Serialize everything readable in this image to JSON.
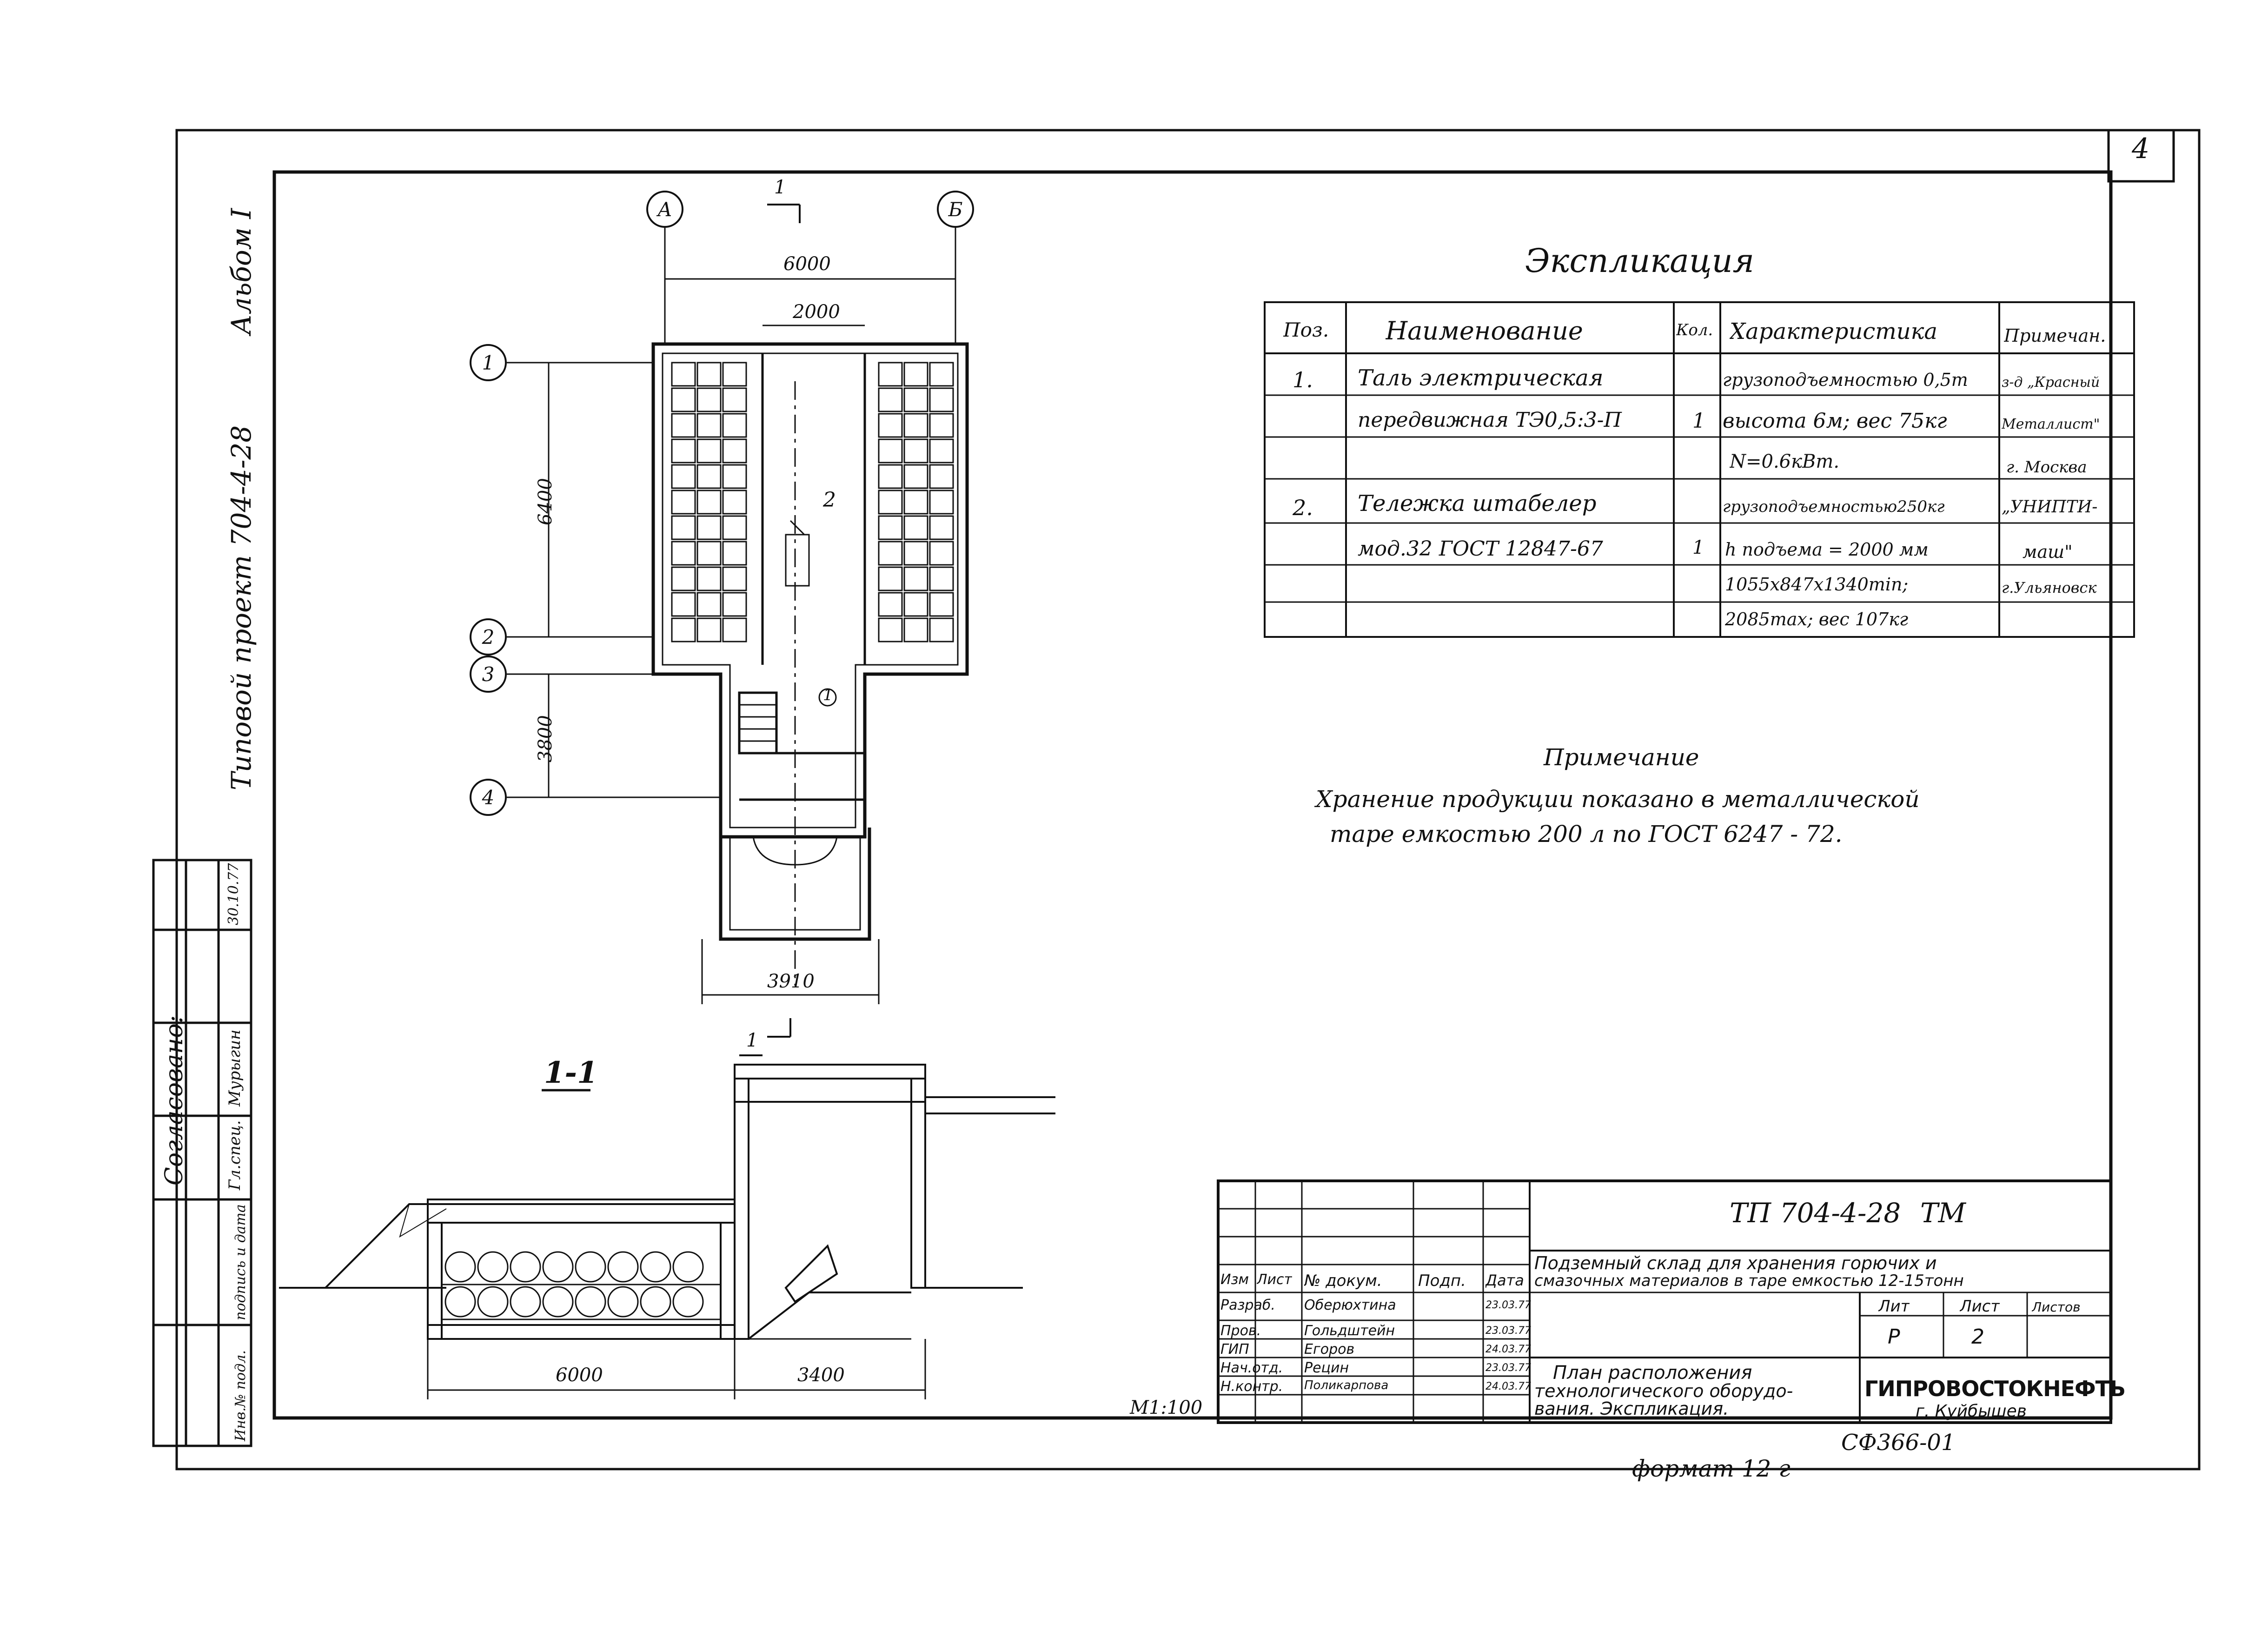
{
  "sheet": {
    "number": "4",
    "album": "Альбом I",
    "project": "Типовой проект 704-4-28",
    "format": "формат 12 г",
    "code": "СФ366-01",
    "scale": "М1:100"
  },
  "approval": {
    "title": "Согласовано:",
    "role": "Гл.спец.",
    "name": "Мурыгин",
    "date": "30.10.77",
    "sig_label": "подпись и дата",
    "inv_label": "Инв.№ подл."
  },
  "plan": {
    "axes": [
      "А",
      "Б",
      "1",
      "2",
      "3",
      "4"
    ],
    "dims": {
      "width_total": "6000",
      "aisle": "2000",
      "storage_len": "6400",
      "stair_len": "3800",
      "entry_width": "3910"
    },
    "section_mark": "1",
    "item_tag_1": "1",
    "item_tag_2": "2"
  },
  "section": {
    "title": "1-1",
    "dim_left": "6000",
    "dim_right": "3400",
    "section_mark": "1"
  },
  "explication": {
    "title": "Экспликация",
    "headers": [
      "Поз.",
      "Наименование",
      "Кол.",
      "Характеристика",
      "Примечан."
    ],
    "rows": [
      [
        "1.",
        "Таль электрическая",
        "",
        "грузоподъемностью 0,5т",
        "з-д „Красный"
      ],
      [
        "",
        "передвижная ТЭ0,5:3-П",
        "1",
        "высота 6м; вес 75кг",
        "Металлист\""
      ],
      [
        "",
        "",
        "",
        "N=0.6кВт.",
        "г. Москва"
      ],
      [
        "2.",
        "Тележка штабелер",
        "",
        "грузоподъемностью250кг",
        "„УНИПТИ-"
      ],
      [
        "",
        "мод.32  ГОСТ 12847-67",
        "1",
        "h подъема = 2000 мм",
        "маш\""
      ],
      [
        "",
        "",
        "",
        "1055х847х1340min;",
        "г.Ульяновск"
      ],
      [
        "",
        "",
        "",
        "2085max; вес 107кг",
        ""
      ]
    ]
  },
  "note": {
    "title": "Примечание",
    "line1": "Хранение продукции показано в металлической",
    "line2": "таре емкостью 200 л по ГОСТ 6247 - 72."
  },
  "title_block": {
    "designation": "ТП 704-4-28",
    "suffix": "ТМ",
    "object_line1": "Подземный склад для хранения горючих и",
    "object_line2": "смазочных материалов в таре емкостью 12-15тонн",
    "head_izm": "Изм",
    "head_list": "Лист",
    "head_doc": "№ докум.",
    "head_sign": "Подп.",
    "head_date": "Дата",
    "people": [
      {
        "role": "Разраб.",
        "name": "Оберюхтина",
        "date": "23.03.77"
      },
      {
        "role": "Пров.",
        "name": "Гольдштейн",
        "date": "23.03.77"
      },
      {
        "role": "ГИП",
        "name": "Егоров",
        "date": "24.03.77"
      },
      {
        "role": "Нач.отд.",
        "name": "Рецин",
        "date": "23.03.77"
      },
      {
        "role": "Н.контр.",
        "name": "Поликарпова",
        "date": "24.03.77"
      }
    ],
    "sheet_title_line1": "План расположения",
    "sheet_title_line2": "технологического оборудо-",
    "sheet_title_line3": "вания. Экспликация.",
    "lit_label": "Лит",
    "list_label": "Лист",
    "listov_label": "Листов",
    "lit_value": "Р",
    "list_value": "2",
    "org_name": "ГИПРОВОСТОКНЕФТЬ",
    "org_city": "г. Куйбышев"
  }
}
